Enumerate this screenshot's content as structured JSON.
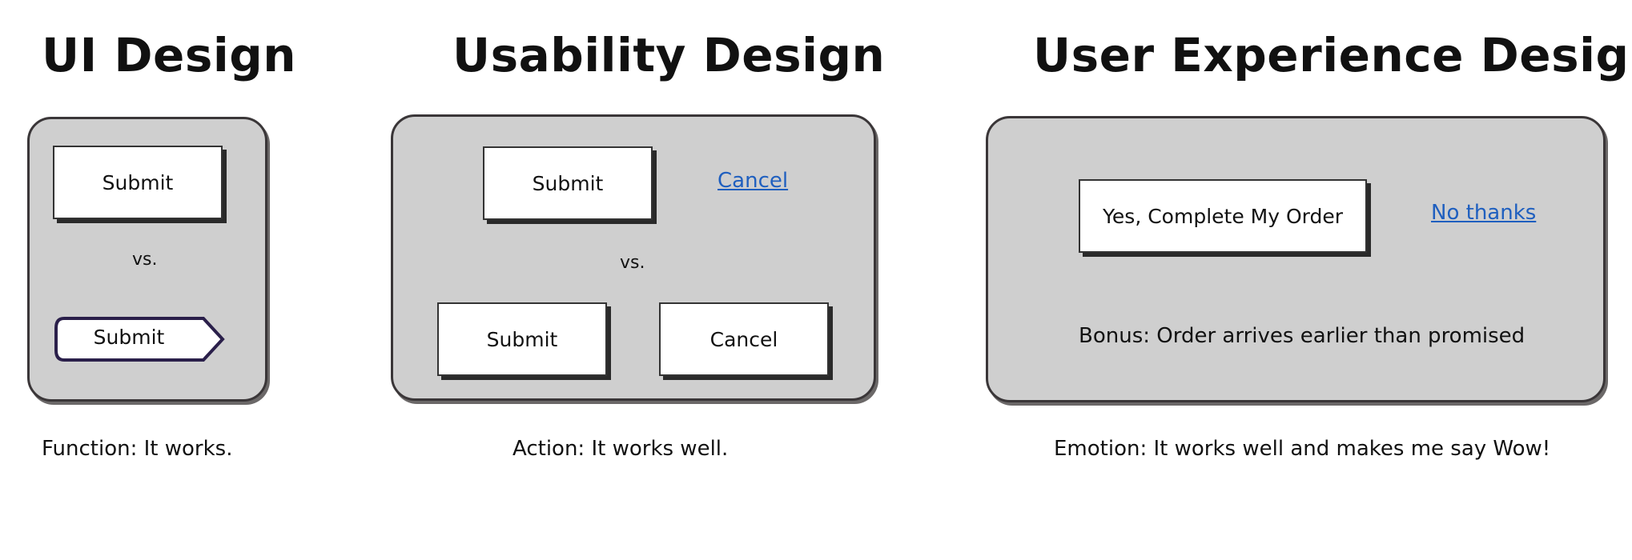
{
  "ui_design": {
    "title": "UI Design",
    "button_top_label": "Submit",
    "vs_label": "vs.",
    "button_bottom_label": "Submit",
    "caption": "Function: It works."
  },
  "usability_design": {
    "title": "Usability Design",
    "submit_top_label": "Submit",
    "cancel_link_label": "Cancel",
    "vs_label": "vs.",
    "submit_bottom_label": "Submit",
    "cancel_button_label": "Cancel",
    "caption": "Action: It works well."
  },
  "ux_design": {
    "title": "User Experience Design",
    "complete_order_label": "Yes, Complete My Order",
    "no_thanks_label": "No thanks",
    "bonus_text": "Bonus: Order arrives earlier than promised",
    "caption": "Emotion: It works well and makes me say Wow!"
  },
  "colors": {
    "panel_fill": "#cfcfcf",
    "panel_border": "#3a3638",
    "link": "#1f5fbf",
    "arrow_button_border": "#2a1f4a"
  }
}
